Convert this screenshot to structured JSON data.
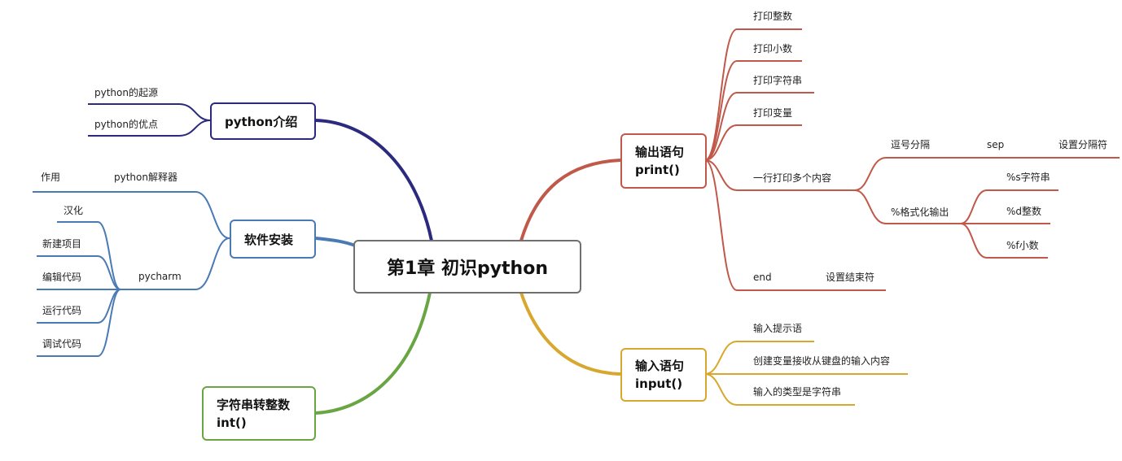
{
  "colors": {
    "navy": "#2b2a7e",
    "blue": "#4a7ab3",
    "green": "#69a542",
    "red": "#c0594a",
    "gold": "#d8a82e",
    "center_border": "#707070"
  },
  "root": {
    "title": "第1章 初识python"
  },
  "intro": {
    "title": "python介绍",
    "items": [
      "python的起源",
      "python的优点"
    ]
  },
  "install": {
    "title": "软件安装",
    "usage_label": "作用",
    "usage_value": "python解释器",
    "pycharm_label": "pycharm",
    "pycharm_items": [
      "汉化",
      "新建项目",
      "编辑代码",
      "运行代码",
      "调试代码"
    ]
  },
  "convert": {
    "title_line1": "字符串转整数",
    "title_line2": "int()"
  },
  "output": {
    "title_line1": "输出语句",
    "title_line2": "print()",
    "items": [
      "打印整数",
      "打印小数",
      "打印字符串",
      "打印变量"
    ],
    "multi": {
      "label": "一行打印多个内容",
      "comma": "逗号分隔",
      "sep": "sep",
      "sep_desc": "设置分隔符",
      "percent": "%格式化输出",
      "formats": [
        "%s字符串",
        "%d整数",
        "%f小数"
      ]
    },
    "end": "end",
    "end_desc": "设置结束符"
  },
  "input": {
    "title_line1": "输入语句",
    "title_line2": "input()",
    "items": [
      "输入提示语",
      "创建变量接收从键盘的输入内容",
      "输入的类型是字符串"
    ]
  }
}
